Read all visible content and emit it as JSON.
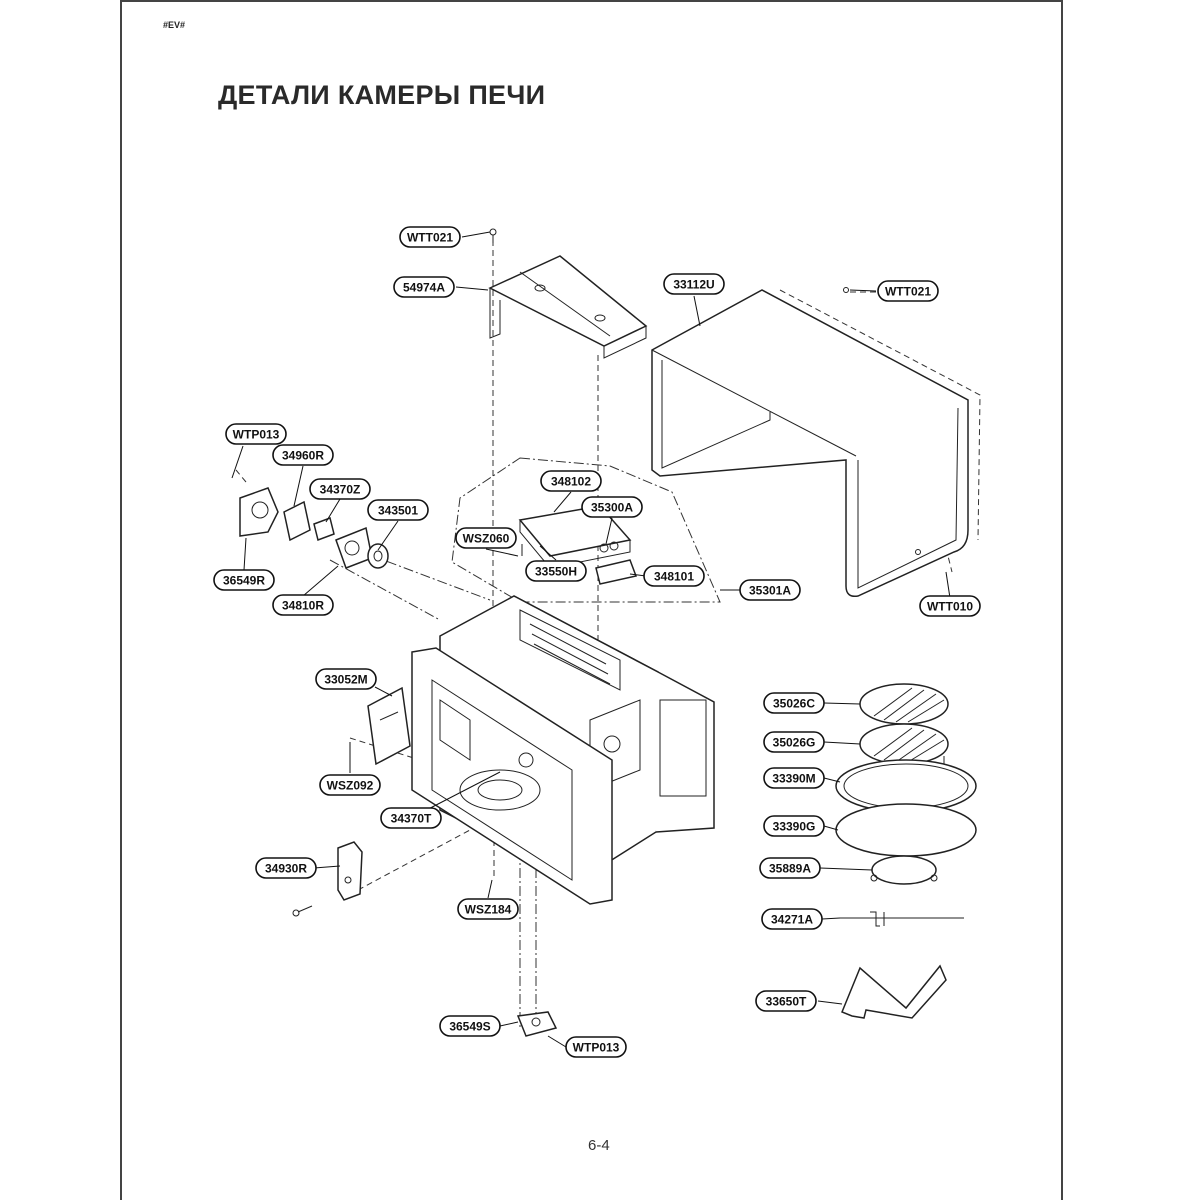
{
  "header": {
    "corner_tag": "#EV#",
    "title": "ДЕТАЛИ КАМЕРЫ ПЕЧИ"
  },
  "footer": {
    "page_number": "6-4"
  },
  "part_labels": [
    {
      "id": "wtt021-top",
      "text": "WTT021"
    },
    {
      "id": "54974a",
      "text": "54974A"
    },
    {
      "id": "33112u",
      "text": "33112U"
    },
    {
      "id": "wtt021-right",
      "text": "WTT021"
    },
    {
      "id": "wtp013-left",
      "text": "WTP013"
    },
    {
      "id": "34960r",
      "text": "34960R"
    },
    {
      "id": "34370z",
      "text": "34370Z"
    },
    {
      "id": "343501",
      "text": "343501"
    },
    {
      "id": "348102",
      "text": "348102"
    },
    {
      "id": "35300a",
      "text": "35300A"
    },
    {
      "id": "wsz060",
      "text": "WSZ060"
    },
    {
      "id": "33550h",
      "text": "33550H"
    },
    {
      "id": "348101",
      "text": "348101"
    },
    {
      "id": "35301a",
      "text": "35301A"
    },
    {
      "id": "wtt010",
      "text": "WTT010"
    },
    {
      "id": "36549r",
      "text": "36549R"
    },
    {
      "id": "34810r",
      "text": "34810R"
    },
    {
      "id": "33052m",
      "text": "33052M"
    },
    {
      "id": "wsz092",
      "text": "WSZ092"
    },
    {
      "id": "34370t",
      "text": "34370T"
    },
    {
      "id": "34930r",
      "text": "34930R"
    },
    {
      "id": "wsz184",
      "text": "WSZ184"
    },
    {
      "id": "36549s",
      "text": "36549S"
    },
    {
      "id": "wtp013-bottom",
      "text": "WTP013"
    },
    {
      "id": "35026c",
      "text": "35026C"
    },
    {
      "id": "35026g",
      "text": "35026G"
    },
    {
      "id": "33390m",
      "text": "33390M"
    },
    {
      "id": "33390g",
      "text": "33390G"
    },
    {
      "id": "35889a",
      "text": "35889A"
    },
    {
      "id": "34271a",
      "text": "34271A"
    },
    {
      "id": "33650t",
      "text": "33650T"
    }
  ]
}
